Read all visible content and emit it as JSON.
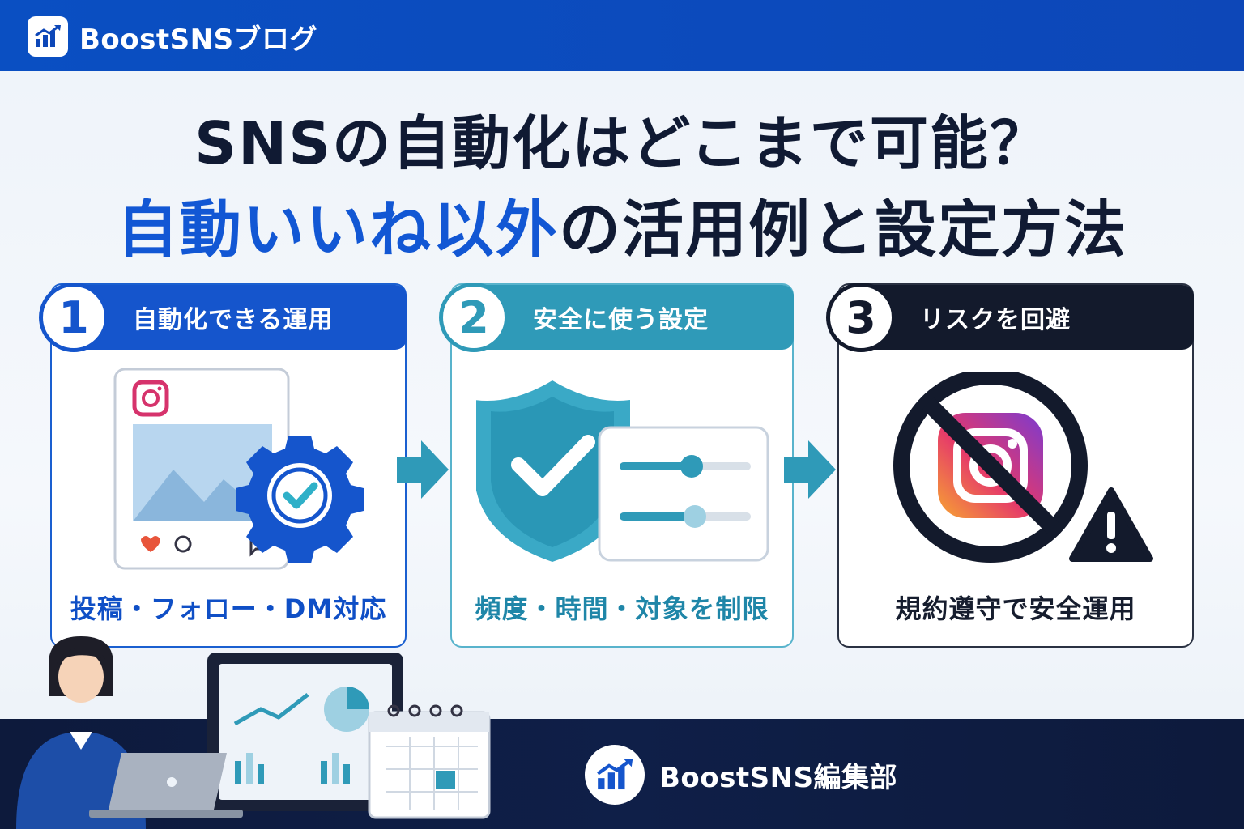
{
  "header": {
    "brand": "BoostSNSブログ",
    "logo_icon": "chart-up-icon"
  },
  "title": {
    "line1": "SNSの自動化はどこまで可能？",
    "line2_accent": "自動いいね以外",
    "line2_rest": "の活用例と設定方法"
  },
  "cards": [
    {
      "num": "1",
      "title": "自動化できる運用",
      "caption": "投稿・フォロー・DM対応",
      "icon": "instagram-post-gear-icon",
      "color": "#1555cc"
    },
    {
      "num": "2",
      "title": "安全に使う設定",
      "caption": "頻度・時間・対象を制限",
      "icon": "shield-settings-icon",
      "color": "#2f9ab8"
    },
    {
      "num": "3",
      "title": "リスクを回避",
      "caption": "規約遵守で安全運用",
      "icon": "instagram-prohibited-warning-icon",
      "color": "#131a2c"
    }
  ],
  "footer": {
    "brand": "BoostSNS編集部",
    "logo_icon": "chart-up-icon"
  }
}
